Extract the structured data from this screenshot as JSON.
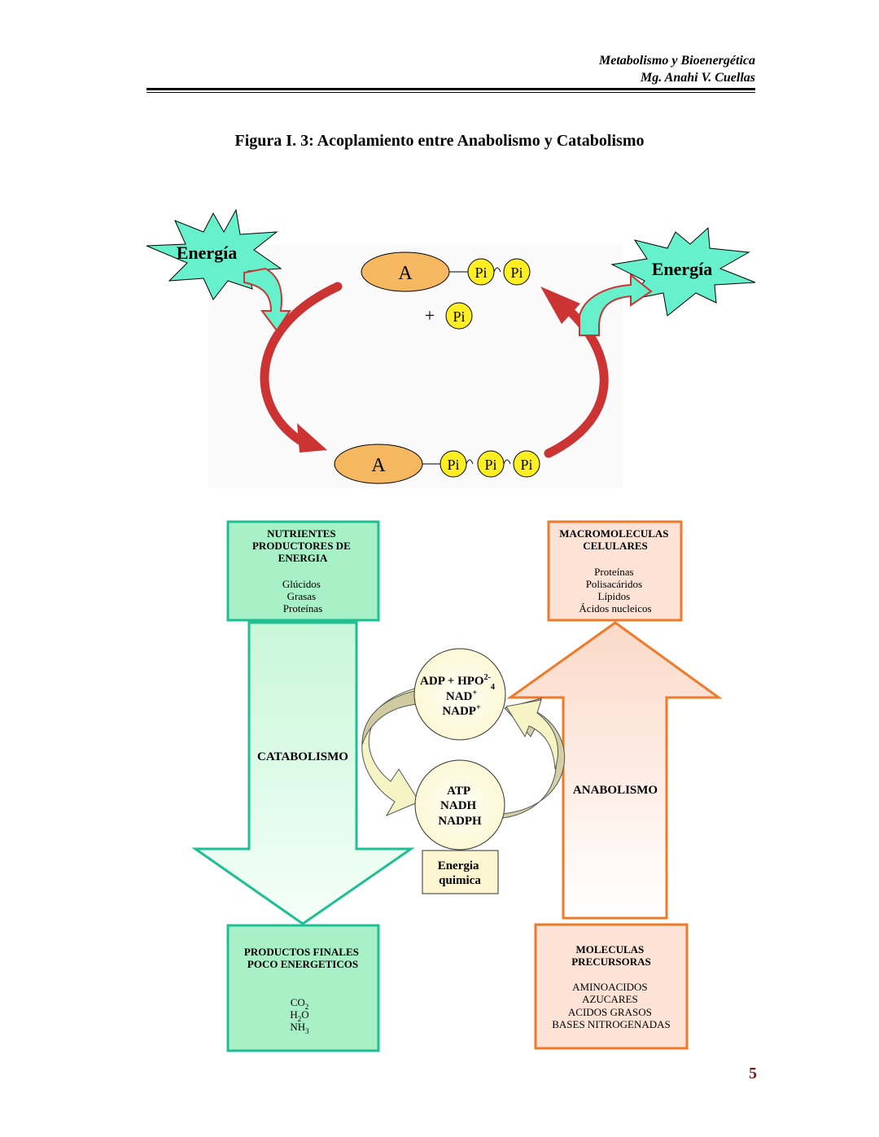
{
  "header": {
    "line1": "Metabolismo y Bioenergética",
    "line2": "Mg. Anahi V. Cuellas"
  },
  "figure_title": "Figura I. 3: Acoplamiento entre Anabolismo y Catabolismo",
  "cycle": {
    "energy_in": "Energía",
    "energy_out": "Energía",
    "adenosine_label": "A",
    "phosphate_label": "Pi",
    "plus": "+"
  },
  "diagram": {
    "nutrients": {
      "title_lines": [
        "NUTRIENTES",
        "PRODUCTORES DE",
        "ENERGIA"
      ],
      "items": [
        "Glúcidos",
        "Grasas",
        "Proteínas"
      ]
    },
    "macromolecules": {
      "title_lines": [
        "MACROMOLECULAS",
        "CELULARES"
      ],
      "items": [
        "Proteínas",
        "Polisacáridos",
        "Lípidos",
        "Ácidos nucleicos"
      ]
    },
    "catabolism": "CATABOLISMO",
    "anabolism": "ANABOLISMO",
    "low_energy_circle": {
      "line1_main": "ADP + HPO",
      "line1_sup": "2-",
      "line1_sub": "4",
      "line2_main": "NAD",
      "line2_sup": "+",
      "line3_main": "NADP",
      "line3_sup": "+"
    },
    "high_energy_circle": {
      "lines": [
        "ATP",
        "NADH",
        "NADPH"
      ]
    },
    "chemical_energy": {
      "lines": [
        "Energia",
        "quimica"
      ]
    },
    "final_products": {
      "title_lines": [
        "PRODUCTOS FINALES",
        "POCO ENERGETICOS"
      ],
      "co2_main": "CO",
      "co2_sub": "2",
      "h2o_main": "H",
      "h2o_sub": "2",
      "h2o_end": "O",
      "nh3_main": "NH",
      "nh3_sub": "3"
    },
    "precursors": {
      "title_lines": [
        "MOLECULAS",
        "PRECURSORAS"
      ],
      "items": [
        "AMINOACIDOS",
        "AZUCARES",
        "ACIDOS GRASOS",
        "BASES NITROGENADAS"
      ]
    }
  },
  "page_number": "5",
  "colors": {
    "teal_border": "#1fbf94",
    "teal_fill": "#a8f0c6",
    "orange_border": "#f07a2a",
    "orange_fill": "#fde3d6",
    "cycle_red": "#cc3333",
    "energy_star": "#66f0cc",
    "phosphate_yellow": "#ffee22",
    "adenosine_orange": "#f5b860"
  }
}
